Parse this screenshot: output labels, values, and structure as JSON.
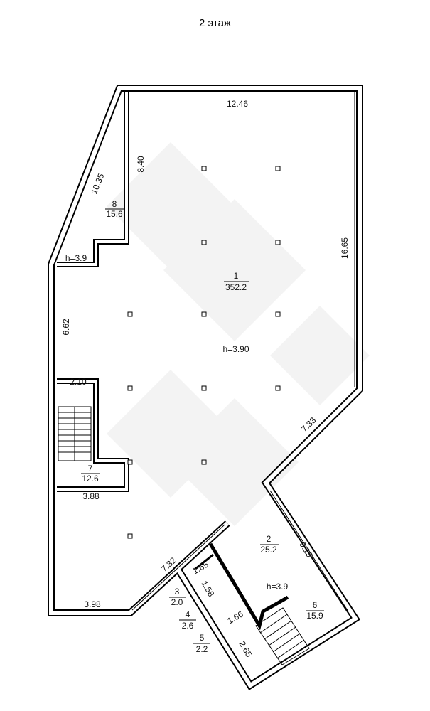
{
  "title": "2 этаж",
  "rooms": [
    {
      "num": "1",
      "area": "352.2"
    },
    {
      "num": "2",
      "area": "25.2"
    },
    {
      "num": "3",
      "area": "2.0"
    },
    {
      "num": "4",
      "area": "2.6"
    },
    {
      "num": "5",
      "area": "2.2"
    },
    {
      "num": "6",
      "area": "15.9"
    },
    {
      "num": "7",
      "area": "12.6"
    },
    {
      "num": "8",
      "area": "15.6"
    }
  ],
  "heights": {
    "main": "h=3.90",
    "room8": "h=3.9",
    "room2": "h=3.9"
  },
  "dimensions": {
    "top": "12.46",
    "right": "16.65",
    "room8_right": "8.40",
    "room8_diag": "10.35",
    "left": "6.62",
    "stair_top": "2.10",
    "diag_right": "7.33",
    "room7_bottom": "3.88",
    "bottom_left": "3.98",
    "diag_lower": "7.32",
    "room2_right": "9.15",
    "small_1": "1.65",
    "small_2": "1.58",
    "small_3": "1.66",
    "stair2": "2.65"
  }
}
